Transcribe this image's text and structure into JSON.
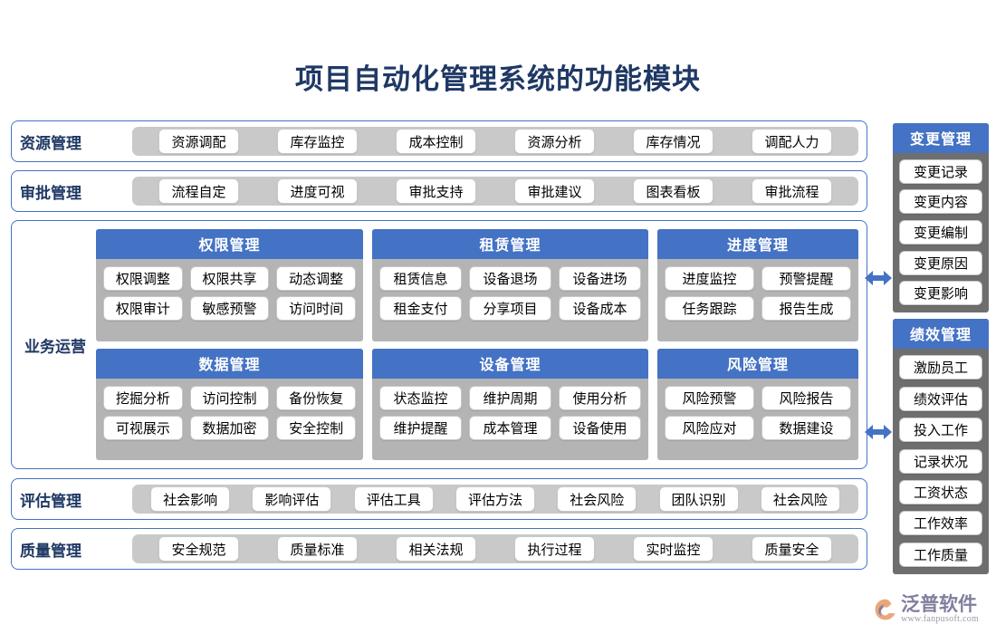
{
  "title": "项目自动化管理系统的功能模块",
  "bands": {
    "resource": {
      "label": "资源管理",
      "items": [
        "资源调配",
        "库存监控",
        "成本控制",
        "资源分析",
        "库存情况",
        "调配人力"
      ]
    },
    "approval": {
      "label": "审批管理",
      "items": [
        "流程自定",
        "进度可视",
        "审批支持",
        "审批建议",
        "图表看板",
        "审批流程"
      ]
    },
    "evaluation": {
      "label": "评估管理",
      "items": [
        "社会影响",
        "影响评估",
        "评估工具",
        "评估方法",
        "社会风险",
        "团队识别",
        "社会风险"
      ]
    },
    "quality": {
      "label": "质量管理",
      "items": [
        "安全规范",
        "质量标准",
        "相关法规",
        "执行过程",
        "实时监控",
        "质量安全"
      ]
    }
  },
  "business": {
    "label": "业务运营",
    "cards": [
      {
        "title": "权限管理",
        "rows": [
          [
            "权限调整",
            "权限共享",
            "动态调整"
          ],
          [
            "权限审计",
            "敏感预警",
            "访问时间"
          ]
        ]
      },
      {
        "title": "租赁管理",
        "rows": [
          [
            "租赁信息",
            "设备退场",
            "设备进场"
          ],
          [
            "租金支付",
            "分享项目",
            "设备成本"
          ]
        ]
      },
      {
        "title": "进度管理",
        "rows": [
          [
            "进度监控",
            "预警提醒"
          ],
          [
            "任务跟踪",
            "报告生成"
          ]
        ]
      },
      {
        "title": "数据管理",
        "rows": [
          [
            "挖掘分析",
            "访问控制",
            "备份恢复"
          ],
          [
            "可视展示",
            "数据加密",
            "安全控制"
          ]
        ]
      },
      {
        "title": "设备管理",
        "rows": [
          [
            "状态监控",
            "维护周期",
            "使用分析"
          ],
          [
            "维护提醒",
            "成本管理",
            "设备使用"
          ]
        ]
      },
      {
        "title": "风险管理",
        "rows": [
          [
            "风险预警",
            "风险报告"
          ],
          [
            "风险应对",
            "数据建设"
          ]
        ]
      }
    ]
  },
  "side_stacks": [
    {
      "title": "变更管理",
      "items": [
        "变更记录",
        "变更内容",
        "变更编制",
        "变更原因",
        "变更影响"
      ]
    },
    {
      "title": "绩效管理",
      "items": [
        "激励员工",
        "绩效评估",
        "投入工作",
        "记录状况",
        "工资状态",
        "工作效率",
        "工作质量"
      ]
    }
  ],
  "arrows": [
    {
      "name": "double-arrow-icon"
    },
    {
      "name": "double-arrow-icon"
    }
  ],
  "logo": {
    "name": "泛普软件",
    "url": "www.fanpusoft.com"
  },
  "colors": {
    "accent_blue": "#4472C4",
    "title_navy": "#1F3864",
    "band_track_gray": "#C9C9C9",
    "card_gray": "#B4B4B4",
    "side_gray": "#6E6E6E"
  }
}
